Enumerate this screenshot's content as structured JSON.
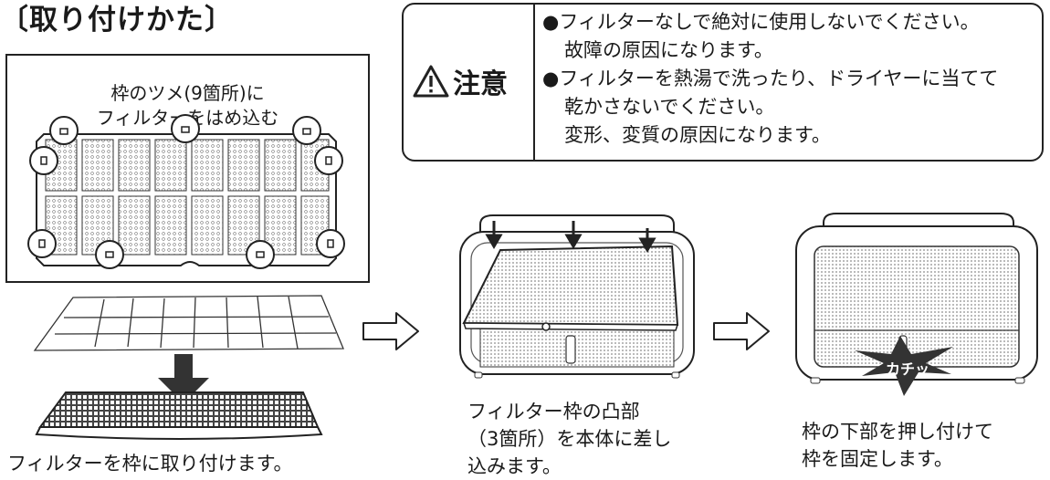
{
  "heading": "〔取り付けかた〕",
  "caution": {
    "label": "注意",
    "lines": [
      "●フィルターなしで絶対に使用しないでください。",
      "故障の原因になります。",
      "●フィルターを熱湯で洗ったり、ドライヤーに当てて",
      "乾かさないでください。",
      "変形、変質の原因になります。"
    ]
  },
  "inset": {
    "lines": [
      "枠のツメ(9箇所)に",
      "フィルターをはめ込む"
    ]
  },
  "steps": [
    {
      "lines": [
        "フィルターを枠に取り付けます。"
      ]
    },
    {
      "lines": [
        "フィルター枠の凸部",
        "（3箇所）を本体に差し",
        "込みます。"
      ]
    },
    {
      "lines": [
        "枠の下部を押し付けて",
        "枠を固定します。"
      ]
    }
  ],
  "click_sound": "カチッ"
}
